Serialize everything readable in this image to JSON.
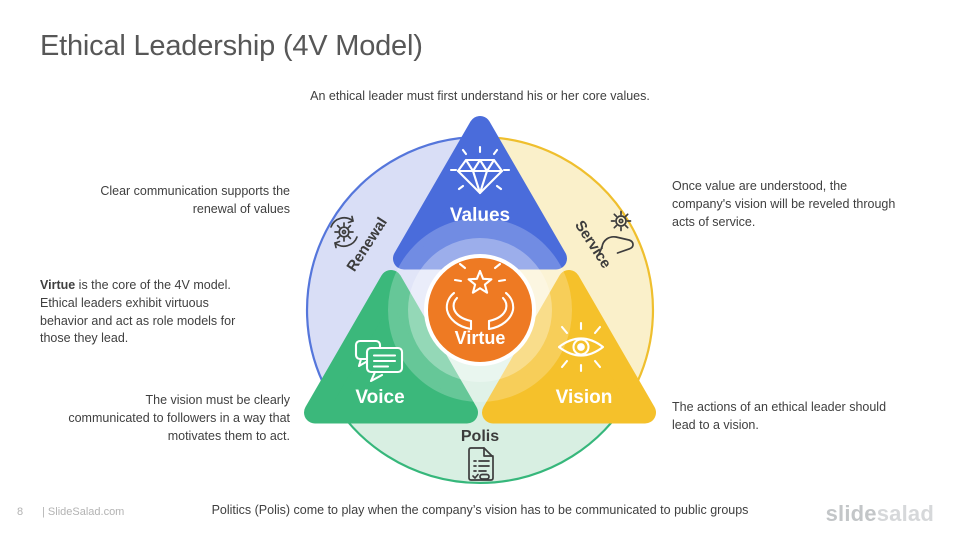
{
  "title": "Ethical Leadership (4V Model)",
  "annotations": {
    "top": "An ethical leader must first understand his or her core values.",
    "left_upper": "Clear communication supports the\nrenewal of values",
    "virtue_term": "Virtue",
    "virtue_rest": " is the core of the 4V model.\nEthical leaders exhibit virtuous\nbehavior and act as role models for\nthose they lead.",
    "left_lower": "The vision must be clearly\ncommunicated to followers in a way that\nmotivates them to act.",
    "right_upper": "Once value are understood, the\ncompany's vision will be reveled through\nacts of service.",
    "right_lower": "The actions of an ethical leader should\nlead to a vision.",
    "bottom": "Politics (Polis) come to play when the company’s vision has to be communicated to public groups"
  },
  "diagram": {
    "center": {
      "label": "Virtue",
      "color": "#EE7A23",
      "icon": "hands-holding-star-icon"
    },
    "triangles": [
      {
        "label": "Values",
        "color": "#4A6CDB",
        "icon": "diamond-icon"
      },
      {
        "label": "Voice",
        "color": "#3BB87B",
        "icon": "speech-bubbles-icon"
      },
      {
        "label": "Vision",
        "color": "#F5C12B",
        "icon": "eye-icon"
      }
    ],
    "ring": [
      {
        "label": "Renewal",
        "fill": "#D9DEF6",
        "stroke": "#5576DB",
        "icon": "gear-refresh-icon"
      },
      {
        "label": "Service",
        "fill": "#FAF0CA",
        "stroke": "#EFBF2E",
        "icon": "hand-gear-icon"
      },
      {
        "label": "Polis",
        "fill": "#D8EFE2",
        "stroke": "#36B77B",
        "icon": "document-checklist-icon"
      }
    ]
  },
  "footer": {
    "page_number": "8",
    "site": "| SlideSalad.com",
    "logo_bold": "slide",
    "logo_light": "salad"
  }
}
